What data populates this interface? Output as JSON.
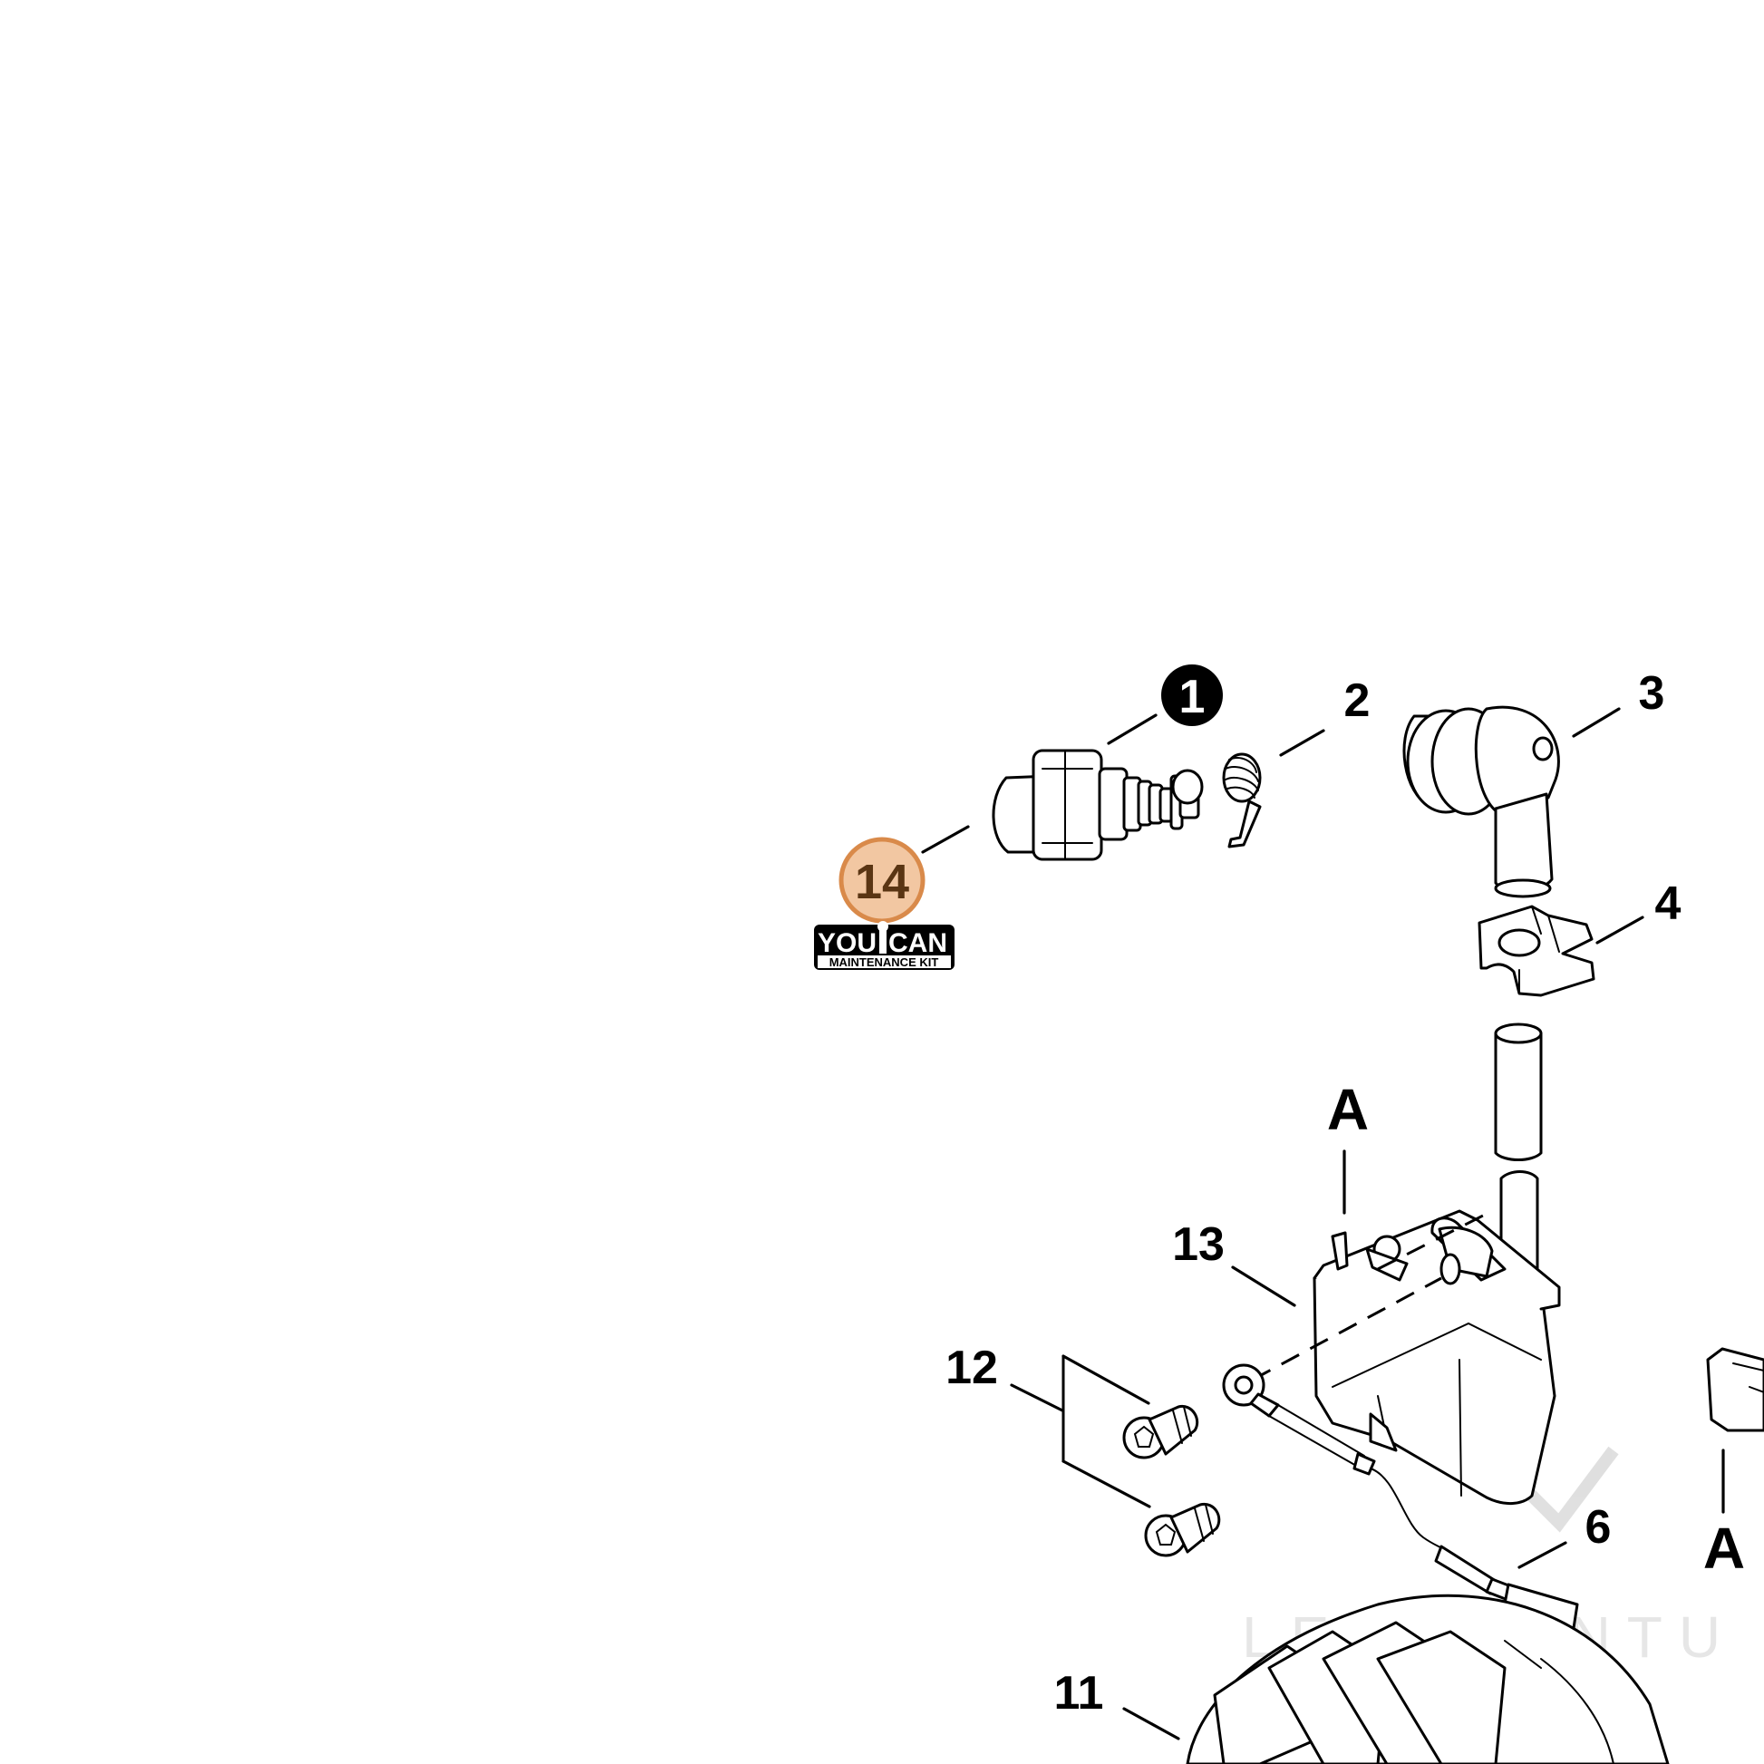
{
  "callouts": {
    "c1": "1",
    "c2": "2",
    "c3": "3",
    "c4": "4",
    "c6": "6",
    "c11": "11",
    "c12": "12",
    "c13": "13",
    "c14": "14",
    "a_top": "A",
    "a_right": "A"
  },
  "badge": {
    "line1_left": "YOU",
    "line1_right": "CAN",
    "line2": "MAINTENANCE KIT"
  },
  "watermark": "LEADVENTU",
  "colors": {
    "badge_fill": "#f2c7a2",
    "badge_ring": "#d98a4a",
    "badge_text": "#5a3513"
  },
  "icons": {
    "callout_1_style": "filled-black-circle",
    "callout_14_style": "orange-circle"
  }
}
